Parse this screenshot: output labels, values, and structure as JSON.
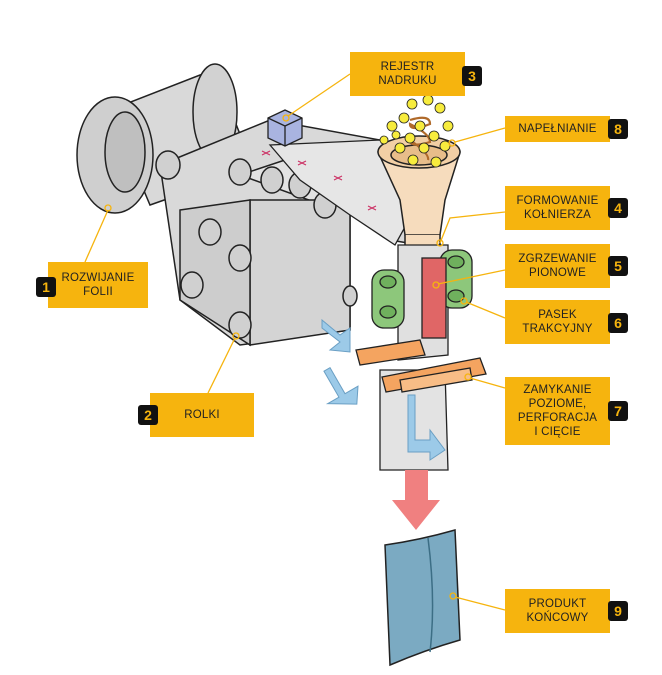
{
  "colors": {
    "callout": "#f6b40e",
    "badge_bg": "#111111",
    "badge_text": "#f6b40e",
    "machine": "#d9d9d9",
    "outline": "#222222",
    "funnel": "#f6dcbd",
    "heat_seal": "#e06666",
    "belt": "#8dc77b",
    "jaw": "#f4a460",
    "flow": "#9ccae8",
    "down_arrow": "#f08080",
    "product": "#7baac2",
    "pellet": "#f7ec3d"
  },
  "callouts": [
    {
      "id": 1,
      "num": "1",
      "label": "ROZWIJANIE\nFOLII"
    },
    {
      "id": 2,
      "num": "2",
      "label": "ROLKI"
    },
    {
      "id": 3,
      "num": "3",
      "label": "REJESTR\nNADRUKU"
    },
    {
      "id": 4,
      "num": "4",
      "label": "FORMOWANIE\nKOŁNIERZA"
    },
    {
      "id": 5,
      "num": "5",
      "label": "ZGRZEWANIE\nPIONOWE"
    },
    {
      "id": 6,
      "num": "6",
      "label": "PASEK\nTRAKCYJNY"
    },
    {
      "id": 7,
      "num": "7",
      "label": "ZAMYKANIE\nPOZIOME,\nPERFORACJA\nI CIĘCIE"
    },
    {
      "id": 8,
      "num": "8",
      "label": "NAPEŁNIANIE"
    },
    {
      "id": 9,
      "num": "9",
      "label": "PRODUKT\nKOŃCOWY"
    }
  ]
}
